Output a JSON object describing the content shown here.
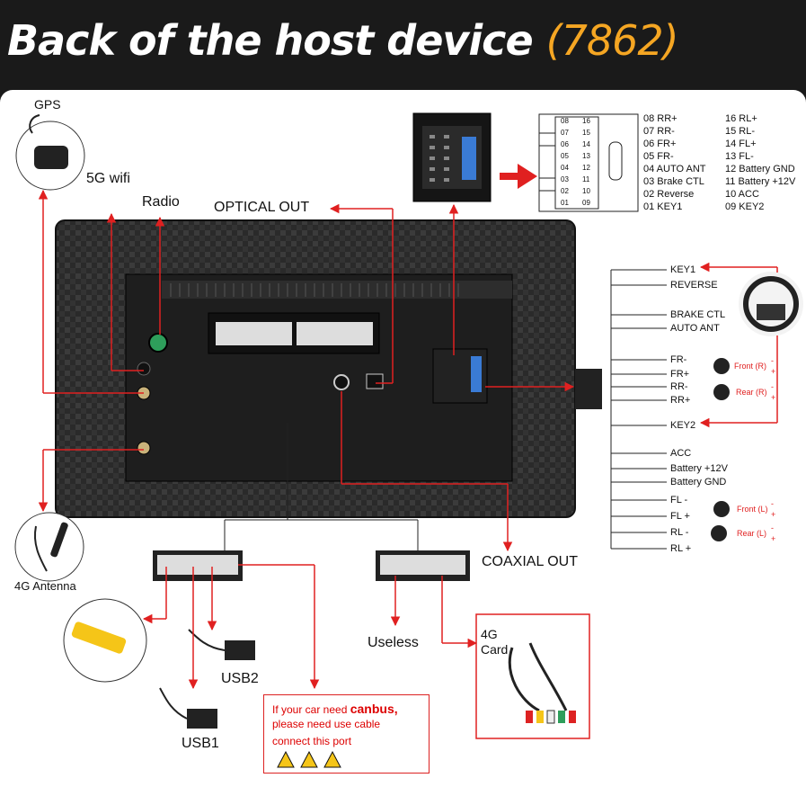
{
  "title": {
    "main": "Back of the host device",
    "model": "(7862)"
  },
  "labels": {
    "gps": "GPS",
    "wifi": "5G wifi",
    "radio": "Radio",
    "optical": "OPTICAL OUT",
    "coaxial": "COAXIAL OUT",
    "antenna_4g": "4G Antenna",
    "useless": "Useless",
    "card_4g_line1": "4G",
    "card_4g_line2": "Card",
    "usb1": "USB1",
    "usb2": "USB2"
  },
  "canbus": {
    "line1_pre": "If your car need ",
    "line1_bold": "canbus,",
    "line2": "please need use cable",
    "line3": "connect this port"
  },
  "pin_chip": [
    "08",
    "07",
    "06",
    "05",
    "04",
    "03",
    "02",
    "01",
    "16",
    "15",
    "14",
    "13",
    "12",
    "11",
    "10",
    "09"
  ],
  "pinout": {
    "left": [
      "08 RR+",
      "07 RR-",
      "06 FR+",
      "05 FR-",
      "04 AUTO ANT",
      "03 Brake CTL",
      "02 Reverse",
      "01 KEY1"
    ],
    "right": [
      "16 RL+",
      "15 RL-",
      "14 FL+",
      "13 FL-",
      "12 Battery GND",
      "11 Battery +12V",
      "10 ACC",
      "09 KEY2"
    ]
  },
  "harness": [
    "KEY1",
    "REVERSE",
    "BRAKE CTL",
    "AUTO ANT",
    "FR-",
    "FR+",
    "RR-",
    "RR+",
    "KEY2",
    "ACC",
    "Battery +12V",
    "Battery GND",
    "FL -",
    "FL +",
    "RL -",
    "RL +"
  ],
  "speakers": {
    "front_r": "Front (R)",
    "rear_r": "Rear (R)",
    "front_l": "Front (L)",
    "rear_l": "Rear (L)",
    "minus": "-",
    "plus": "+"
  },
  "colors": {
    "accent": "#f5a623",
    "wire": "#e02020",
    "panel": "#ffffff",
    "background": "#1a1a1a"
  }
}
